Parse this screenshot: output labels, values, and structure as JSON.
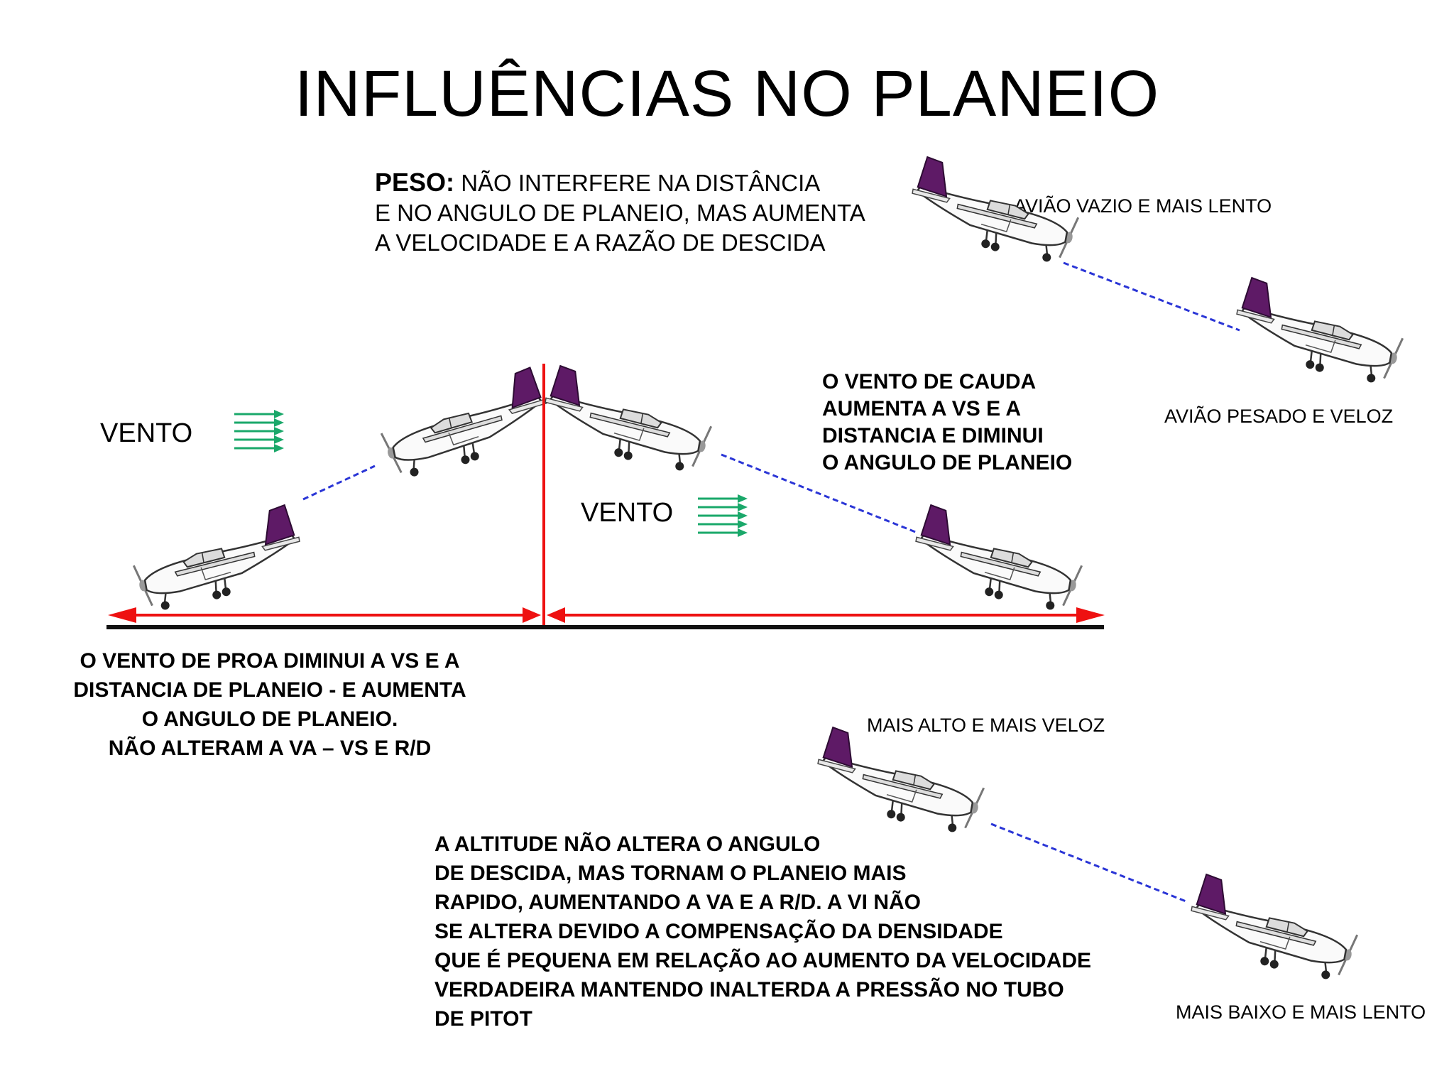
{
  "title": "INFLUÊNCIAS NO PLANEIO",
  "peso": {
    "label": "PESO:",
    "line1": "NÃO INTERFERE NA DISTÂNCIA",
    "line2": "E NO ANGULO DE PLANEIO, MAS AUMENTA",
    "line3": "A VELOCIDADE E A RAZÃO DE DESCIDA"
  },
  "aviao_vazio": "AVIÃO VAZIO E MAIS LENTO",
  "aviao_pesado": "AVIÃO PESADO E VELOZ",
  "vento_left": "VENTO",
  "vento_right": "VENTO",
  "vento_cauda": [
    "O VENTO DE CAUDA",
    "AUMENTA A VS E A",
    "DISTANCIA E DIMINUI",
    "O ANGULO DE PLANEIO"
  ],
  "vento_proa": [
    "O VENTO DE PROA  DIMINUI A VS E A",
    "DISTANCIA DE PLANEIO - E AUMENTA",
    "O ANGULO DE PLANEIO.",
    "NÃO ALTERAM A VA – VS E R/D"
  ],
  "mais_alto": "MAIS ALTO E MAIS VELOZ",
  "mais_baixo": "MAIS BAIXO E MAIS LENTO",
  "altitude": [
    "A ALTITUDE NÃO ALTERA O ANGULO",
    "DE DESCIDA, MAS TORNAM O PLANEIO MAIS",
    "RAPIDO, AUMENTANDO A VA E A R/D. A VI NÃO",
    "SE ALTERA DEVIDO A COMPENSAÇÃO DA DENSIDADE",
    "QUE É PEQUENA EM RELAÇÃO AO AUMENTO DA VELOCIDADE",
    "VERDADEIRA MANTENDO INALTERDA A PRESSÃO NO TUBO",
    "DE PITOT"
  ],
  "colors": {
    "tail": "#5e1a66",
    "glide_path": "#2a35d6",
    "distance_arrow": "#ee1111",
    "wind_arrow": "#1aa86a",
    "ground": "#111111"
  }
}
